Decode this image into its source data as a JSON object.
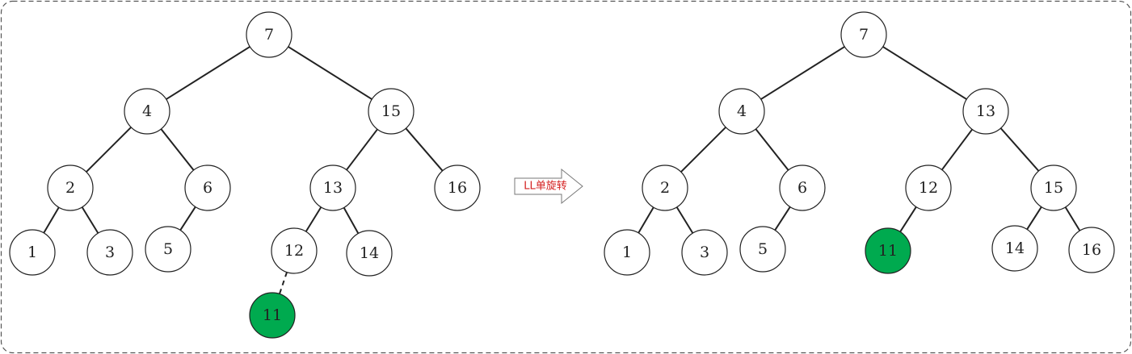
{
  "colors": {
    "highlight": "#00aa4f",
    "arrow_text": "#d42020",
    "edge": "#222222"
  },
  "transition": {
    "label": "LL单旋转",
    "icon": "right-arrow-icon"
  },
  "before_tree": {
    "nodes": [
      {
        "id": "b7",
        "label": "7"
      },
      {
        "id": "b4",
        "label": "4"
      },
      {
        "id": "b15",
        "label": "15"
      },
      {
        "id": "b2",
        "label": "2"
      },
      {
        "id": "b6",
        "label": "6"
      },
      {
        "id": "b13",
        "label": "13"
      },
      {
        "id": "b16",
        "label": "16"
      },
      {
        "id": "b1",
        "label": "1"
      },
      {
        "id": "b3",
        "label": "3"
      },
      {
        "id": "b5",
        "label": "5"
      },
      {
        "id": "b12",
        "label": "12"
      },
      {
        "id": "b14",
        "label": "14"
      },
      {
        "id": "b11",
        "label": "11",
        "highlight": true
      }
    ],
    "edges": [
      {
        "from": "b7",
        "to": "b4"
      },
      {
        "from": "b7",
        "to": "b15"
      },
      {
        "from": "b4",
        "to": "b2"
      },
      {
        "from": "b4",
        "to": "b6"
      },
      {
        "from": "b15",
        "to": "b13"
      },
      {
        "from": "b15",
        "to": "b16"
      },
      {
        "from": "b2",
        "to": "b1"
      },
      {
        "from": "b2",
        "to": "b3"
      },
      {
        "from": "b6",
        "to": "b5"
      },
      {
        "from": "b13",
        "to": "b12"
      },
      {
        "from": "b13",
        "to": "b14"
      },
      {
        "from": "b12",
        "to": "b11",
        "dashed": true
      }
    ]
  },
  "after_tree": {
    "nodes": [
      {
        "id": "a7",
        "label": "7"
      },
      {
        "id": "a4",
        "label": "4"
      },
      {
        "id": "a13",
        "label": "13"
      },
      {
        "id": "a2",
        "label": "2"
      },
      {
        "id": "a6",
        "label": "6"
      },
      {
        "id": "a12",
        "label": "12"
      },
      {
        "id": "a15",
        "label": "15"
      },
      {
        "id": "a1",
        "label": "1"
      },
      {
        "id": "a3",
        "label": "3"
      },
      {
        "id": "a5",
        "label": "5"
      },
      {
        "id": "a11",
        "label": "11",
        "highlight": true
      },
      {
        "id": "a14",
        "label": "14"
      },
      {
        "id": "a16",
        "label": "16"
      }
    ],
    "edges": [
      {
        "from": "a7",
        "to": "a4"
      },
      {
        "from": "a7",
        "to": "a13"
      },
      {
        "from": "a4",
        "to": "a2"
      },
      {
        "from": "a4",
        "to": "a6"
      },
      {
        "from": "a13",
        "to": "a12"
      },
      {
        "from": "a13",
        "to": "a15"
      },
      {
        "from": "a2",
        "to": "a1"
      },
      {
        "from": "a2",
        "to": "a3"
      },
      {
        "from": "a6",
        "to": "a5"
      },
      {
        "from": "a12",
        "to": "a11"
      },
      {
        "from": "a15",
        "to": "a14"
      },
      {
        "from": "a15",
        "to": "a16"
      }
    ]
  }
}
